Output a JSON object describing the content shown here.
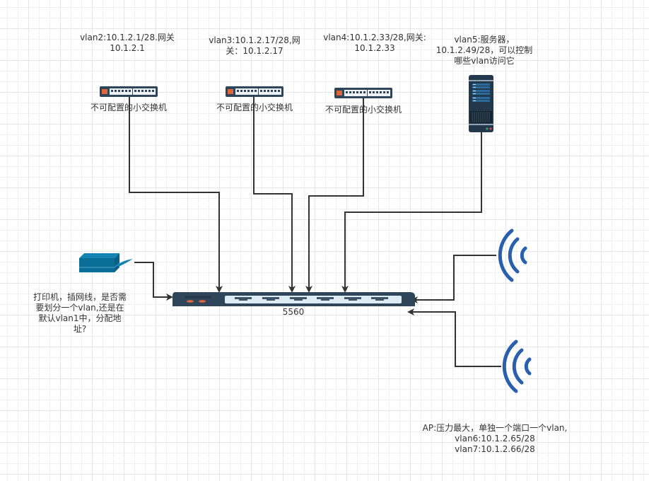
{
  "diagram": {
    "nodes": {
      "switch_vlan2": {
        "caption": "vlan2:10.1.2.1/28.网关\n10.1.2.1",
        "device_label": "不可配置的小交换机",
        "icon": "switch-icon"
      },
      "switch_vlan3": {
        "caption": "vlan3:10.1.2.17/28,网\n关：10.1.2.17",
        "device_label": "不可配置的小交换机",
        "icon": "switch-icon"
      },
      "switch_vlan4": {
        "caption": "vlan4:10.1.2.33/28,网关:\n10.1.2.33",
        "device_label": "不可配置的小交换机",
        "icon": "switch-icon"
      },
      "server_vlan5": {
        "caption": "vlan5:服务器，\n10.1.2.49/28，可以控制\n哪些vlan访问它",
        "icon": "server-icon"
      },
      "printer": {
        "caption": "打印机，插网线，是否需\n要划分一个vlan,还是在\n默认vlan1中，分配地\n址?",
        "icon": "printer-icon"
      },
      "core_switch": {
        "device_label": "5560",
        "icon": "core-switch-icon"
      },
      "ap_1": {
        "icon": "wireless-ap-icon"
      },
      "ap_2": {
        "icon": "wireless-ap-icon"
      },
      "ap_note": {
        "caption": "AP:压力最大，单独一个端口一个vlan,\nvlan6:10.1.2.65/28\nvlan7:10.1.2.66/28"
      }
    },
    "edges": [
      {
        "from": "switch_vlan2",
        "to": "core_switch"
      },
      {
        "from": "switch_vlan3",
        "to": "core_switch"
      },
      {
        "from": "switch_vlan4",
        "to": "core_switch"
      },
      {
        "from": "server_vlan5",
        "to": "core_switch"
      },
      {
        "from": "printer",
        "to": "core_switch"
      },
      {
        "from": "ap_1",
        "to": "core_switch"
      },
      {
        "from": "ap_2",
        "to": "core_switch"
      }
    ],
    "colors": {
      "edge": "#333333",
      "device_dark": "#2f4559",
      "port_panel": "#dcebf5",
      "led_orange": "#e0663a",
      "printer_blue": "#0b6e99",
      "wireless_blue": "#2a5fad",
      "grid_major": "#e6e6e6",
      "grid_minor": "#f0f0f0"
    }
  }
}
